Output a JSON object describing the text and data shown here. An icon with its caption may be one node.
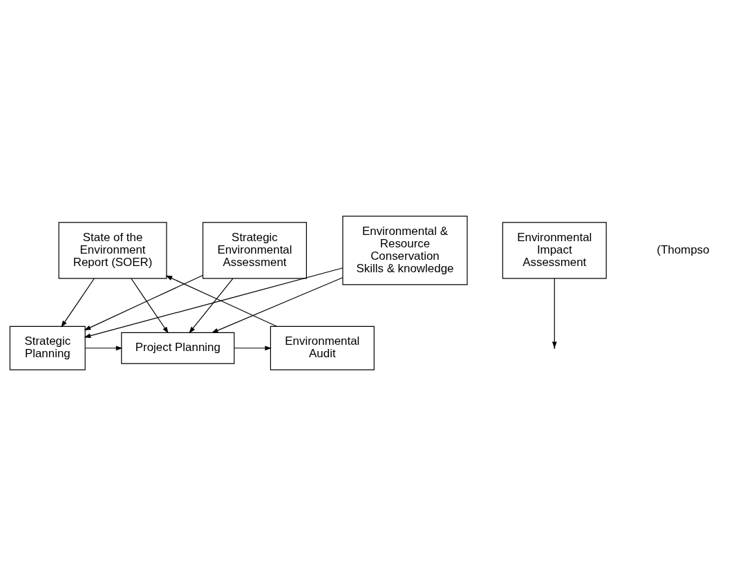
{
  "diagram": {
    "nodes": [
      {
        "text": [
          "State of the Environment Report (SOER)"
        ]
      },
      {
        "text": [
          "Strategic Planning"
        ]
      },
      {
        "text": [
          "Project Planning"
        ]
      },
      {
        "text": [
          "Environmental Audit"
        ]
      },
      {
        "text": [
          "Strategic Environmental Assessment"
        ]
      },
      {
        "text": [
          "Environmental Impact Assessment"
        ]
      },
      {
        "text": [
          "Environmental & Resource Conservation",
          "Skills & knowledge"
        ]
      }
    ],
    "edges": [
      {
        "from": 0,
        "to": 1,
        "arrow": "to"
      },
      {
        "from": 0,
        "to": 2,
        "arrow": "to"
      },
      {
        "from": 1,
        "to": 2,
        "arrow": "to"
      },
      {
        "from": 2,
        "to": 3,
        "arrow": "to"
      },
      {
        "from": 3,
        "to": 0,
        "arrow": "to"
      },
      {
        "from": 4,
        "to": 1,
        "arrow": "to"
      },
      {
        "from": 4,
        "to": 2,
        "arrow": "to"
      },
      {
        "from": 5,
        "to": null,
        "arrow": "to"
      },
      {
        "from": 6,
        "to": 1,
        "arrow": "to"
      },
      {
        "from": 6,
        "to": 2,
        "arrow": "to"
      }
    ],
    "labels": [
      "(Thompso"
    ]
  }
}
